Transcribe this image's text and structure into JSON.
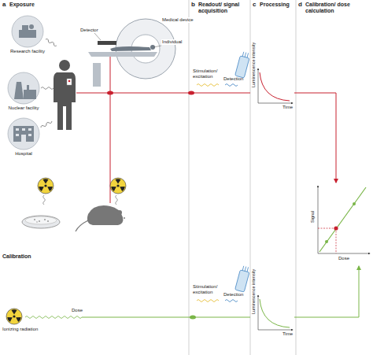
{
  "diagram": {
    "nodes": [
      {
        "text": [
          "Research facility"
        ]
      },
      {
        "text": [
          "Nuclear facility"
        ]
      },
      {
        "text": [
          "Hospital"
        ]
      },
      {
        "text": [
          "Luminescence intensity",
          "Time"
        ]
      },
      {
        "text": [
          "Signal",
          "Dose"
        ]
      },
      {
        "text": [
          "Luminescence intensity",
          "Time"
        ]
      }
    ],
    "edges": [
      {
        "from": 3,
        "to": 4,
        "arrow": "to"
      },
      {
        "from": 5,
        "to": 4,
        "arrow": "to"
      }
    ],
    "labels": [
      "a",
      "Exposure",
      "b",
      "Readout/ signal acquisition",
      "c",
      "Processing",
      "d",
      "Calibration/ dose calculation",
      "Medical device",
      "Detector",
      "Individual",
      "Stimulation/ excitation",
      "Detection",
      "Calibration",
      "Ionizing radiation",
      "Dose",
      "Stimulation/ excitation",
      "Detection"
    ]
  }
}
